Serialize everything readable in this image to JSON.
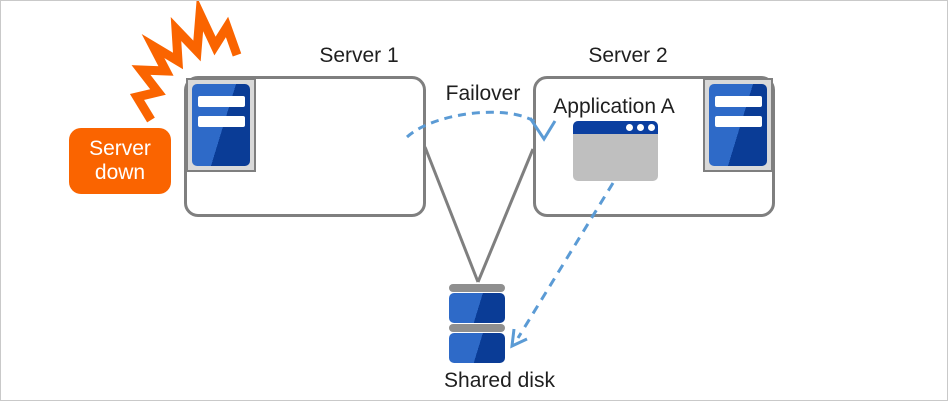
{
  "diagram": {
    "nodes": {
      "server1": {
        "label": "Server 1"
      },
      "server2": {
        "label": "Server 2"
      },
      "application": {
        "label": "Application A"
      },
      "shared_disk": {
        "label": "Shared disk"
      },
      "alert_badge": {
        "line1": "Server",
        "line2": "down"
      }
    },
    "edges": {
      "failover_label": "Failover"
    },
    "colors": {
      "alert_orange": "#fa6400",
      "server_blue_light": "#2e6ac8",
      "server_blue_dark": "#0a3c96",
      "window_titlebar_blue": "#0b3fa0",
      "window_body_gray": "#bfbfbf",
      "icon_frame_gray": "#d9d9d9",
      "connector_gray": "#7f7f7f",
      "disk_cap_gray": "#8f8f8f",
      "dashed_arrow_blue": "#5b9bd5",
      "outer_border_gray": "#c9c9c9",
      "text_color": "#1f1f1f"
    }
  }
}
